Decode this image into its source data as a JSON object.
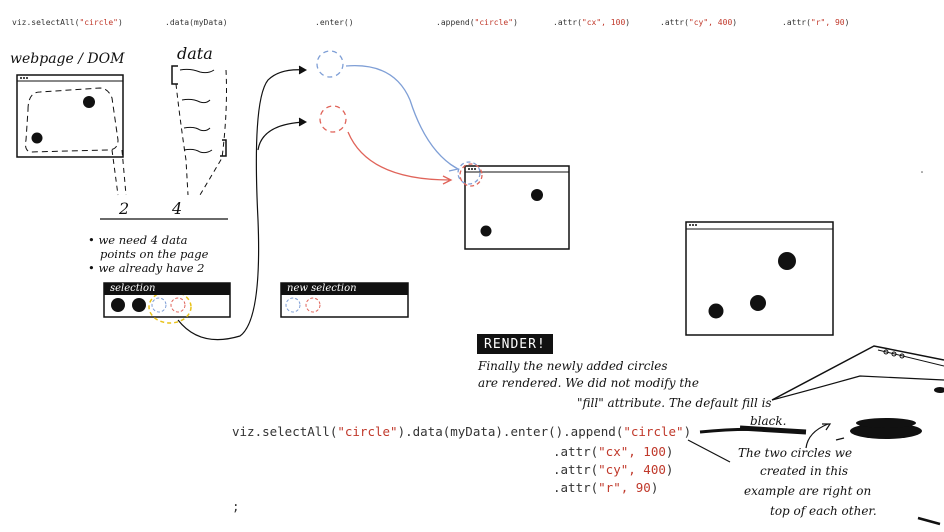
{
  "steps": [
    {
      "method": "viz.selectAll(",
      "arg": "\"circle\"",
      "close": ")"
    },
    {
      "method": ".data(myData)",
      "arg": "",
      "close": ""
    },
    {
      "method": ".enter()",
      "arg": "",
      "close": ""
    },
    {
      "method": ".append(",
      "arg": "\"circle\"",
      "close": ")"
    },
    {
      "method": ".attr(",
      "arg": "\"cx\", 100",
      "close": ")"
    },
    {
      "method": ".attr(",
      "arg": "\"cy\", 400",
      "close": ")"
    },
    {
      "method": ".attr(",
      "arg": "\"r\", 90",
      "close": ")"
    }
  ],
  "labels": {
    "webpage": "webpage / DOM",
    "data": "data",
    "count_dom": "2",
    "count_data": "4",
    "note_1a": "• we need 4 data",
    "note_1b": "points on the page",
    "note_2": "• we already have 2",
    "selection": "selection",
    "new_selection": "new selection",
    "render": "RENDER!",
    "render_1": "Finally the newly added circles",
    "render_2": "are rendered. We did not modify the",
    "render_3": "\"fill\" attribute. The default fill is",
    "render_4": "black.",
    "two_1": "The two circles we",
    "two_2": "created in this",
    "two_3": "example are right on",
    "two_4": "top of each other."
  },
  "code": {
    "line1_a": "viz.selectAll(",
    "line1_b": "\"circle\"",
    "line1_c": ").data(myData).enter().append(",
    "line1_d": "\"circle\"",
    "line1_e": ")",
    "line2_a": ".attr(",
    "line2_b": "\"cx\", 100",
    "line2_c": ")",
    "line3_a": ".attr(",
    "line3_b": "\"cy\", 400",
    "line3_c": ")",
    "line4_a": ".attr(",
    "line4_b": "\"r\", 90",
    "line4_c": ")",
    "line5": ";"
  },
  "colors": {
    "enter_blue": "#7f9fd6",
    "enter_red": "#e0645a",
    "highlight_yellow": "#e8c21a",
    "ink": "#111111"
  }
}
